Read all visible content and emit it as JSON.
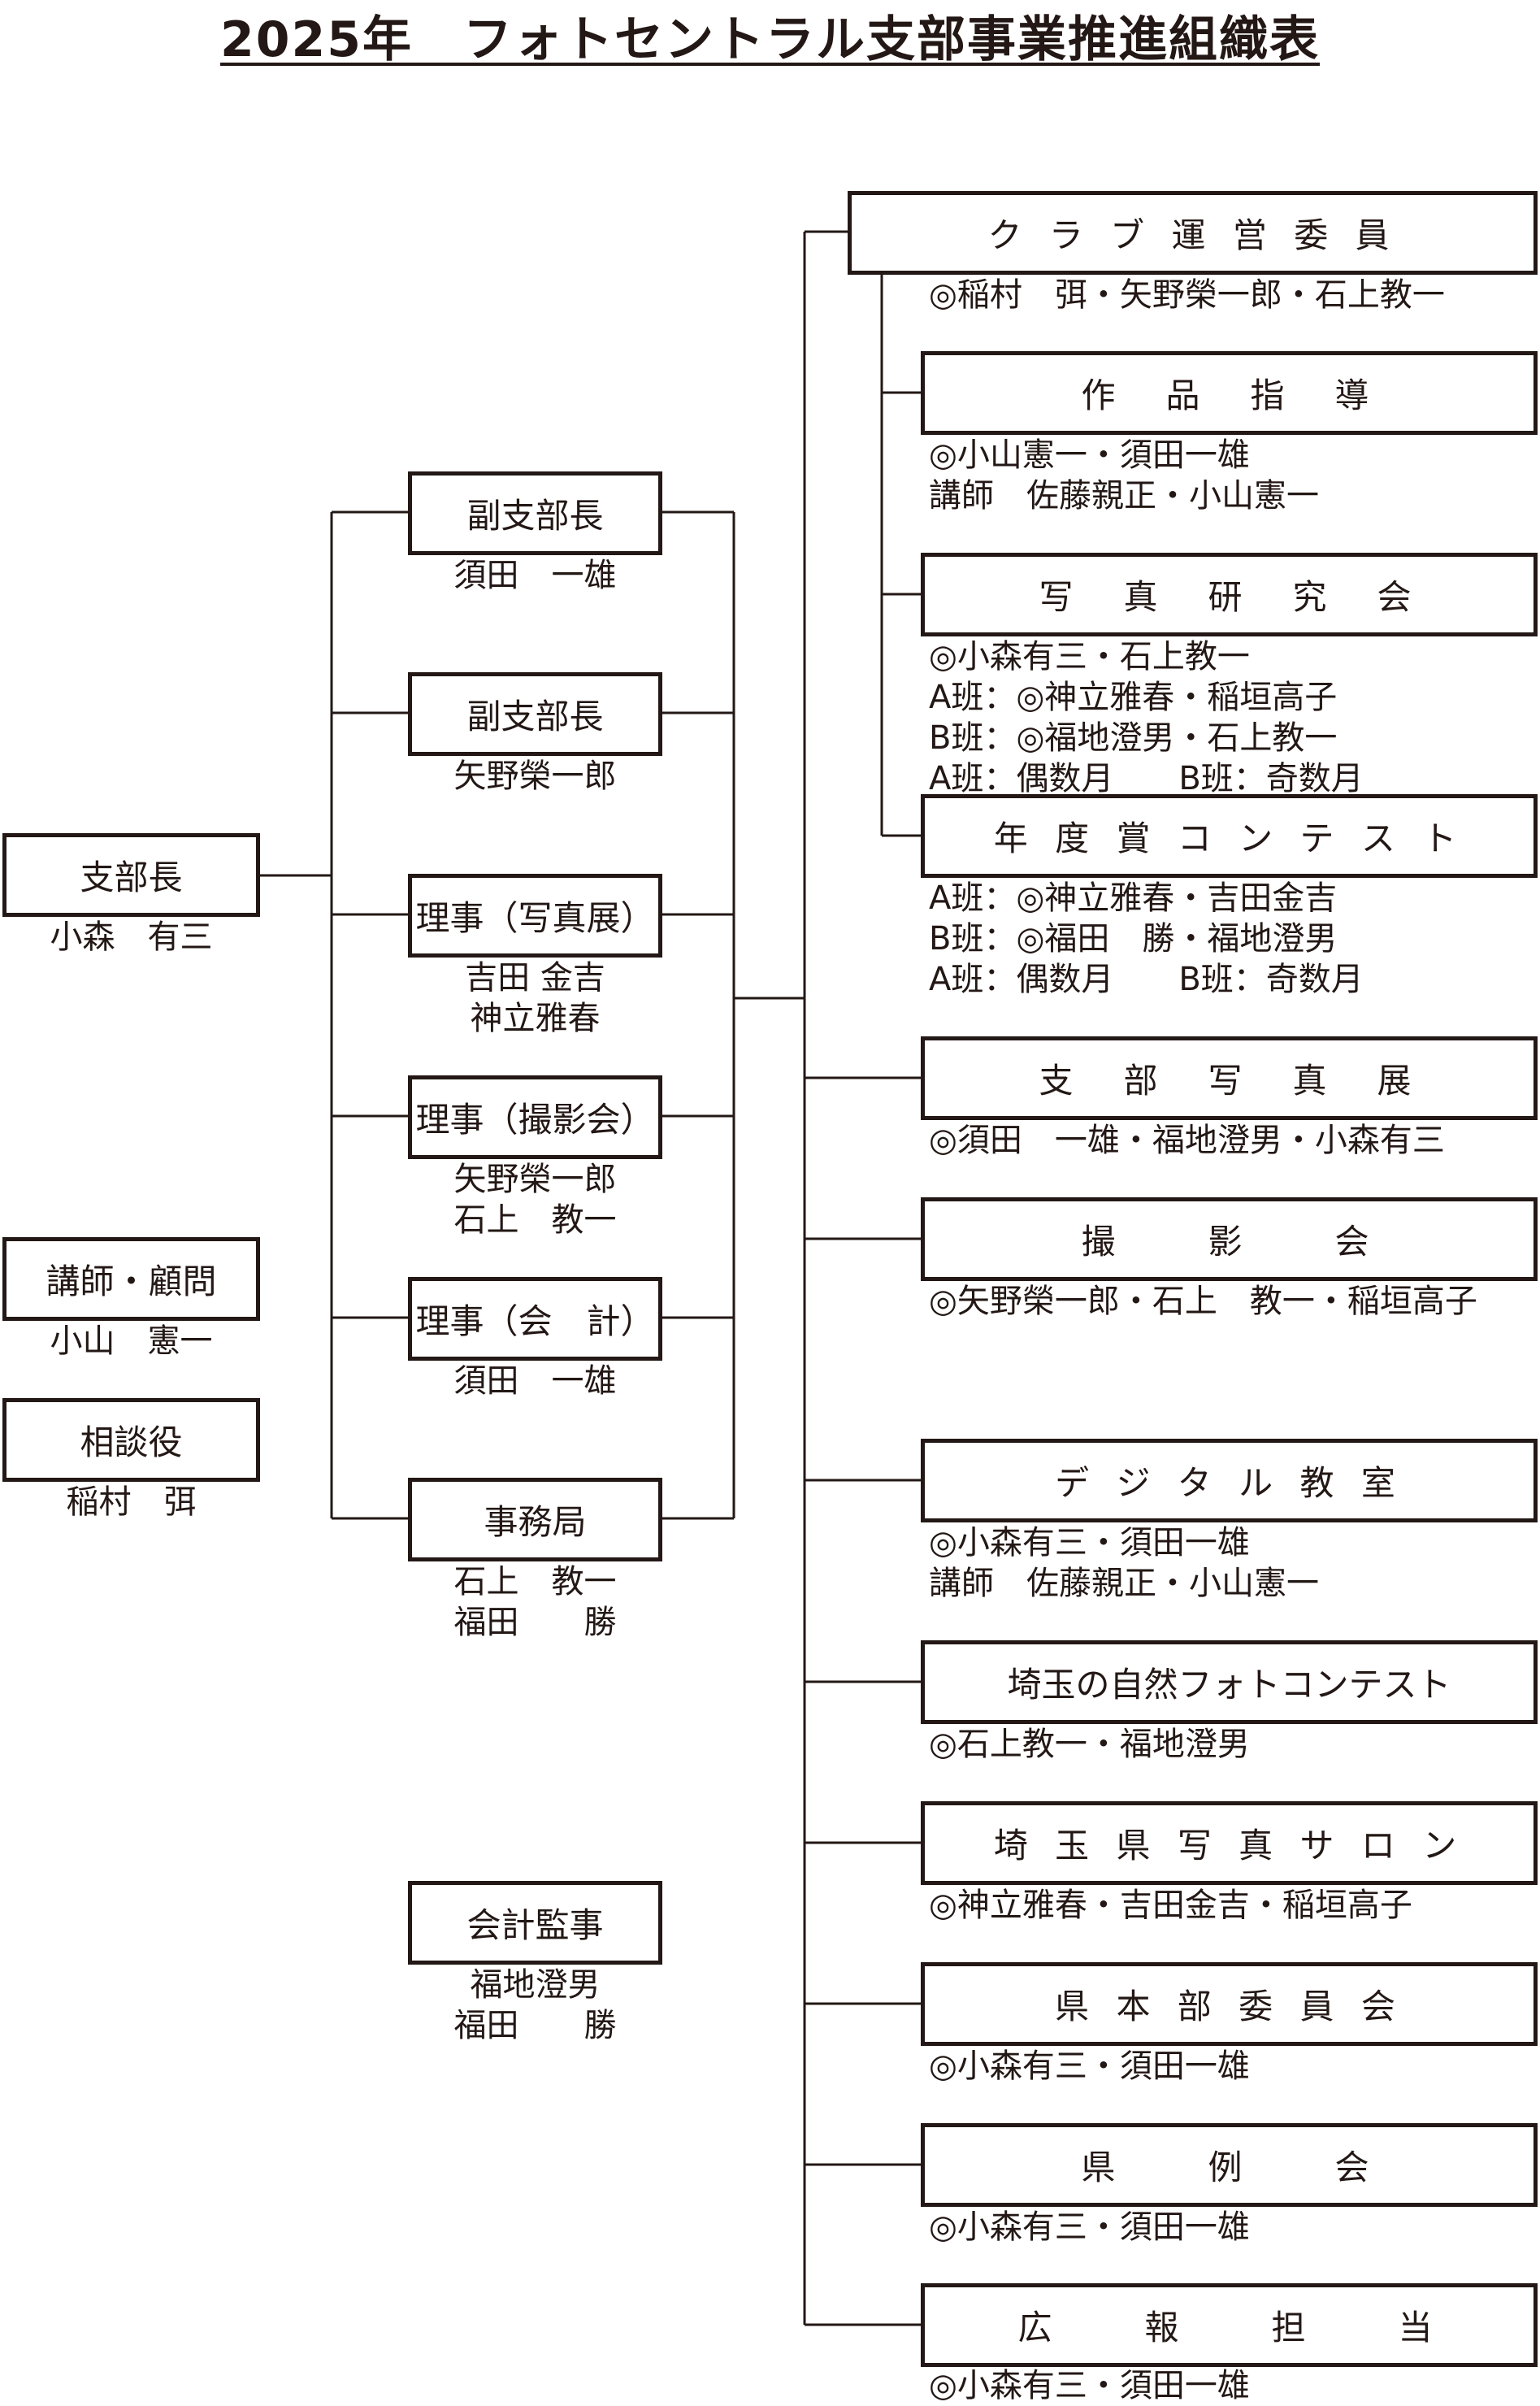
{
  "title": "2025年　フォトセントラル支部事業推進組織表",
  "left_column": {
    "branch_head": {
      "label": "支部長",
      "names": "小森　有三"
    },
    "advisor": {
      "label": "講師・顧問",
      "names": "小山　憲一"
    },
    "consultant": {
      "label": "相談役",
      "names": "稲村　弭"
    }
  },
  "officers": [
    {
      "label": "副支部長",
      "names": "須田　一雄"
    },
    {
      "label": "副支部長",
      "names": "矢野榮一郎"
    },
    {
      "label": "理事（写真展）",
      "names": "吉田 金吉\n神立雅春"
    },
    {
      "label": "理事（撮影会）",
      "names": "矢野榮一郎\n石上　教一"
    },
    {
      "label": "理事（会　計）",
      "names": "須田　一雄"
    },
    {
      "label": "事務局",
      "names": "石上　教一\n福田　　勝"
    }
  ],
  "auditor": {
    "label": "会計監事",
    "names": "福地澄男\n福田　　勝"
  },
  "committees": [
    {
      "label": "ク ラ ブ 運 営 委 員",
      "names": "◎稲村　弭・矢野榮一郎・石上教一"
    },
    {
      "label": "作　品　指　導",
      "names": "◎小山憲一・須田一雄\n講師　佐藤親正・小山憲一"
    },
    {
      "label": "写　真　研　究　会",
      "names": "◎小森有三・石上教一\nA班：◎神立雅春・稲垣高子\nB班：◎福地澄男・石上教一\nA班：偶数月　　B班：奇数月"
    },
    {
      "label": "年 度 賞 コ ン テ ス ト",
      "names": "A班：◎神立雅春・吉田金吉\nB班：◎福田　勝・福地澄男\nA班：偶数月　　B班：奇数月"
    },
    {
      "label": "支　部　写　真　展",
      "names": "◎須田　一雄・福地澄男・小森有三"
    },
    {
      "label": "撮　　影　　会",
      "names": "◎矢野榮一郎・石上　教一・稲垣高子"
    },
    {
      "label": "デ ジ タ ル 教 室",
      "names": "◎小森有三・須田一雄\n講師　佐藤親正・小山憲一"
    },
    {
      "label": "埼玉の自然フォトコンテスト",
      "names": "◎石上教一・福地澄男"
    },
    {
      "label": "埼 玉 県 写 真 サ ロ ン",
      "names": "◎神立雅春・吉田金吉・稲垣高子"
    },
    {
      "label": "県 本 部 委 員 会",
      "names": "◎小森有三・須田一雄"
    },
    {
      "label": "県　　例　　会",
      "names": "◎小森有三・須田一雄"
    },
    {
      "label": "広　　報　　担　　当",
      "names": "◎小森有三・須田一雄"
    }
  ]
}
